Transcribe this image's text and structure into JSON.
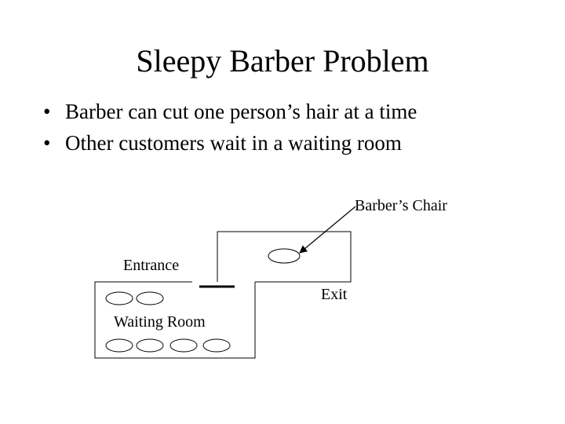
{
  "slide": {
    "title": "Sleepy Barber Problem",
    "bullets": [
      "Barber can cut one person’s hair at a time",
      "Other customers wait in a waiting room"
    ]
  },
  "diagram": {
    "labels": {
      "barbers_chair": "Barber’s Chair",
      "entrance": "Entrance",
      "exit": "Exit",
      "waiting_room": "Waiting Room"
    }
  },
  "colors": {
    "background": "#ffffff",
    "ink": "#000000"
  }
}
